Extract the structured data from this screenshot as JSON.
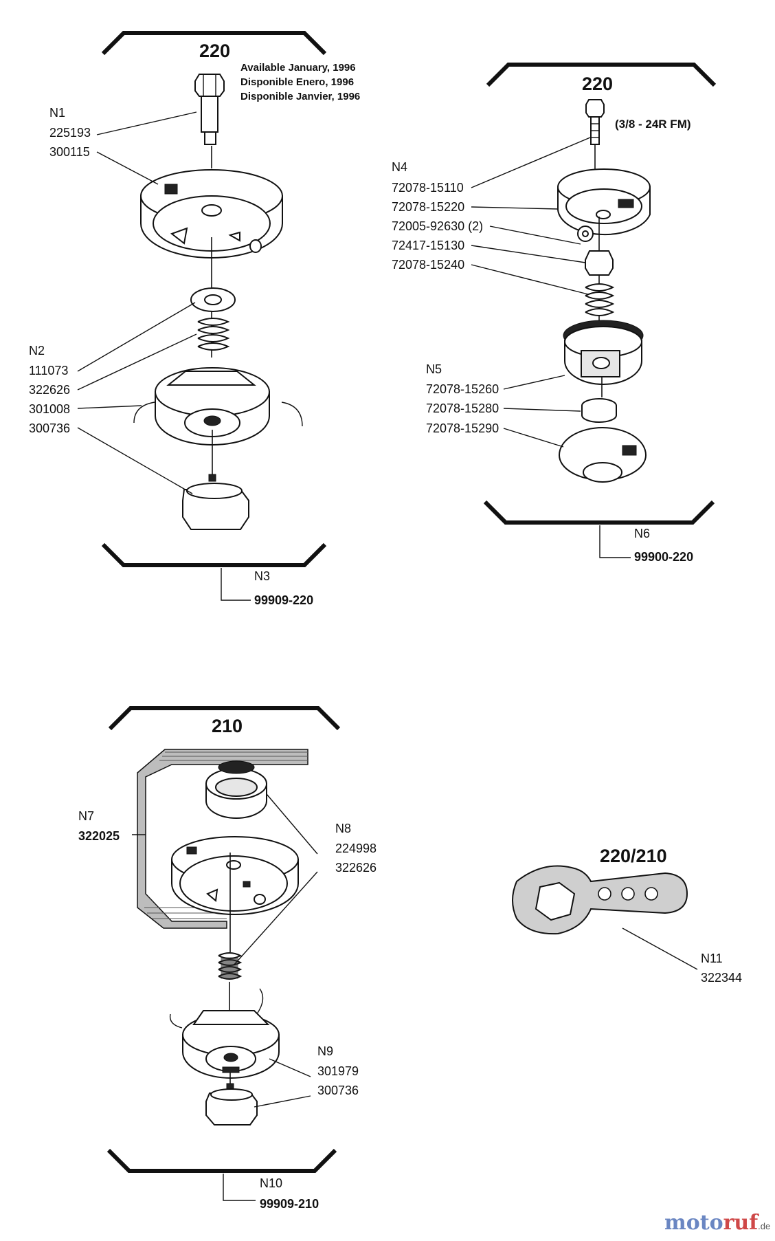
{
  "diagram": {
    "section_top_left": {
      "title": "220",
      "availability": [
        "Available January, 1996",
        "Disponible Enero, 1996",
        "Disponible Janvier, 1996"
      ],
      "labels": {
        "n1": "N1",
        "p225193": "225193",
        "p300115": "300115",
        "n2": "N2",
        "p111073": "111073",
        "p322626": "322626",
        "p301008": "301008",
        "p300736": "300736",
        "n3": "N3",
        "kit": "99909-220"
      }
    },
    "section_top_right": {
      "title": "220",
      "thread_spec": "(3/8 - 24R FM)",
      "labels": {
        "n4": "N4",
        "p72078_15110": "72078-15110",
        "p72078_15220": "72078-15220",
        "p72005_92630": "72005-92630 (2)",
        "p72417_15130": "72417-15130",
        "p72078_15240": "72078-15240",
        "n5": "N5",
        "p72078_15260": "72078-15260",
        "p72078_15280": "72078-15280",
        "p72078_15290": "72078-15290",
        "n6": "N6",
        "kit": "99900-220"
      }
    },
    "section_bottom_left": {
      "title": "210",
      "labels": {
        "n7": "N7",
        "p322025": "322025",
        "n8": "N8",
        "p224998": "224998",
        "p322626": "322626",
        "n9": "N9",
        "p301979": "301979",
        "p300736": "300736",
        "n10": "N10",
        "kit": "99909-210"
      }
    },
    "section_tool": {
      "title": "220/210",
      "labels": {
        "n11": "N11",
        "p322344": "322344"
      }
    }
  },
  "watermark": {
    "brand": "moto",
    "brand_accent": "ruf",
    "tld": ".de"
  },
  "colors": {
    "ink": "#111111",
    "watermark_blue": "#6a86c2",
    "watermark_red": "#cf4848"
  }
}
